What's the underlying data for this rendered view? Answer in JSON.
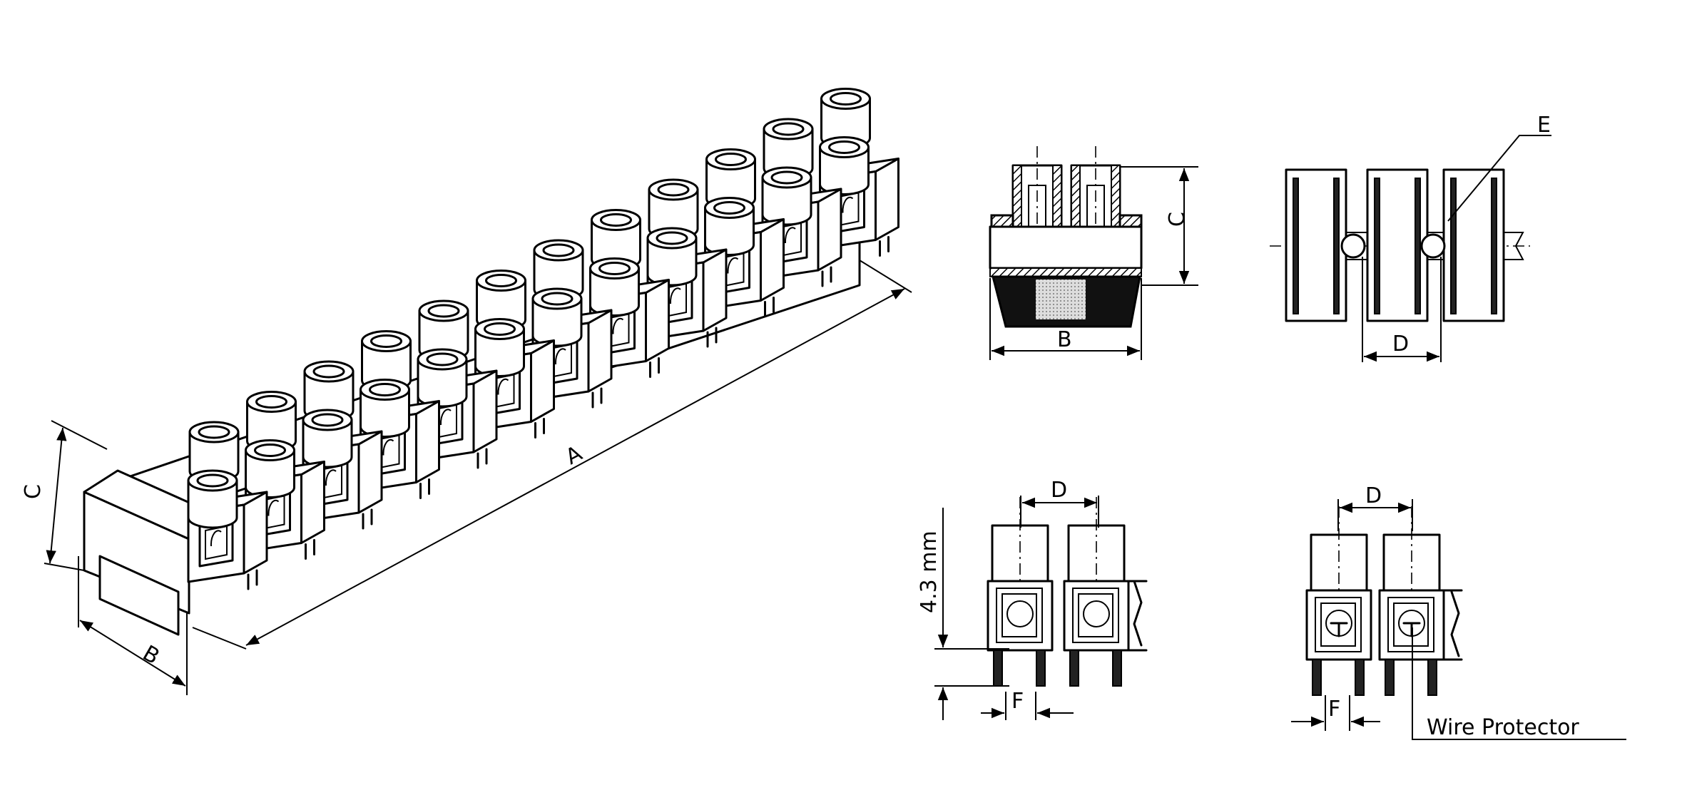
{
  "labels": {
    "iso_A": "A",
    "iso_B": "B",
    "iso_C": "C",
    "side_B": "B",
    "side_C": "C",
    "top_D": "D",
    "top_E": "E",
    "front1_D": "D",
    "front1_height": "4.3 mm",
    "front1_F": "F",
    "front2_D": "D",
    "front2_F": "F",
    "wire_protector": "Wire Protector"
  },
  "iso_positions": 12,
  "top_view_sections": 3,
  "front_view_pins": 2
}
